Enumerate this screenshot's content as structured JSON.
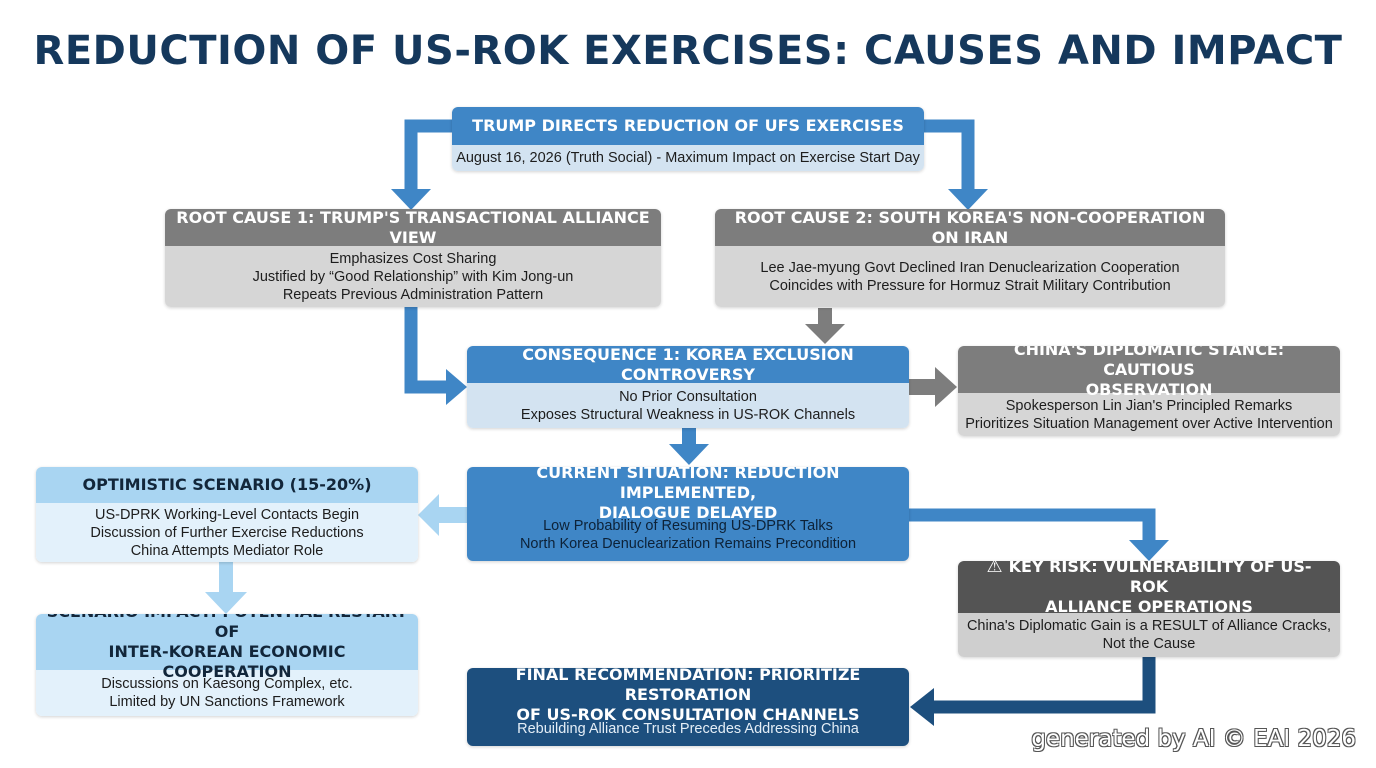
{
  "title": "REDUCTION OF US-ROK EXERCISES: CAUSES AND IMPACT",
  "nodes": {
    "trump": {
      "title": "TRUMP DIRECTS REDUCTION OF UFS EXERCISES",
      "lines": [
        "August 16, 2026 (Truth Social) - Maximum Impact on Exercise Start Day"
      ]
    },
    "root1": {
      "title": "ROOT CAUSE 1: TRUMP'S TRANSACTIONAL ALLIANCE VIEW",
      "lines": [
        "Emphasizes Cost Sharing",
        "Justified by “Good Relationship” with Kim Jong-un",
        "Repeats Previous Administration Pattern"
      ]
    },
    "root2": {
      "title": "ROOT CAUSE 2: SOUTH KOREA'S NON-COOPERATION ON IRAN",
      "lines": [
        "Lee Jae-myung Govt Declined Iran Denuclearization Cooperation",
        "Coincides with Pressure for Hormuz Strait Military Contribution"
      ]
    },
    "consequence1": {
      "title": "CONSEQUENCE 1: KOREA EXCLUSION CONTROVERSY",
      "lines": [
        "No Prior Consultation",
        "Exposes Structural Weakness in US-ROK Channels"
      ]
    },
    "china": {
      "title_lines": [
        "CHINA'S DIPLOMATIC STANCE: CAUTIOUS",
        "OBSERVATION"
      ],
      "lines": [
        "Spokesperson Lin Jian's Principled Remarks",
        "Prioritizes Situation Management over Active Intervention"
      ]
    },
    "optimistic": {
      "title": "OPTIMISTIC SCENARIO (15-20%)",
      "lines": [
        "US-DPRK Working-Level Contacts Begin",
        "Discussion of Further Exercise Reductions",
        "China Attempts Mediator Role"
      ]
    },
    "current": {
      "title_lines": [
        "CURRENT SITUATION: REDUCTION IMPLEMENTED,",
        "DIALOGUE DELAYED"
      ],
      "lines": [
        "Low Probability of Resuming US-DPRK Talks",
        "North Korea Denuclearization Remains Precondition"
      ]
    },
    "impact": {
      "title_lines": [
        "SCENARIO IMPACT: POTENTIAL RESTART OF",
        "INTER-KOREAN ECONOMIC COOPERATION"
      ],
      "lines": [
        "Discussions on Kaesong Complex, etc.",
        "Limited by UN Sanctions Framework"
      ]
    },
    "risk": {
      "title_lines": [
        "KEY RISK: VULNERABILITY OF US-ROK",
        "ALLIANCE OPERATIONS"
      ],
      "icon": "warning-icon",
      "lines": [
        "China's Diplomatic Gain is a RESULT of Alliance Cracks,",
        "Not the Cause"
      ]
    },
    "final": {
      "title_lines": [
        "FINAL RECOMMENDATION: PRIORITIZE RESTORATION",
        "OF US-ROK CONSULTATION CHANNELS"
      ],
      "lines": [
        "Rebuilding Alliance Trust Precedes Addressing China"
      ]
    }
  },
  "watermark": "generated by AI © EAI 2026",
  "colors": {
    "title": "#15385c",
    "blue_header": "#3f86c6",
    "blue_body": "#d3e3f1",
    "gray_header": "#7d7d7d",
    "gray_body": "#d6d6d6",
    "light_header": "#a9d5f2",
    "light_body": "#e3f1fb",
    "dark_gray_header": "#545454",
    "navy": "#1d4f7e",
    "arrow_blue": "#3f86c6",
    "arrow_gray": "#7d7d7d",
    "arrow_light": "#a9d5f2",
    "arrow_navy": "#1d4f7e"
  }
}
